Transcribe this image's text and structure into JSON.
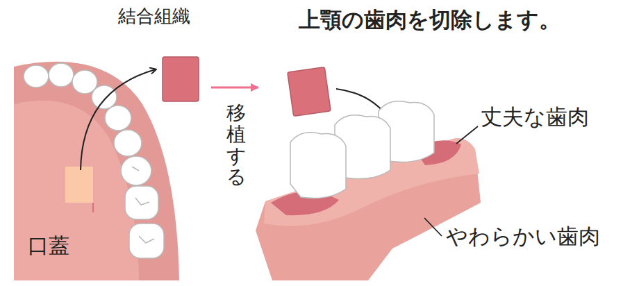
{
  "diagram": {
    "title": "上顎の歯肉を切除します。",
    "labels": [
      "結合組織",
      "移植する",
      "丈夫な歯肉",
      "やわらかい歯肉",
      "口蓋"
    ]
  }
}
